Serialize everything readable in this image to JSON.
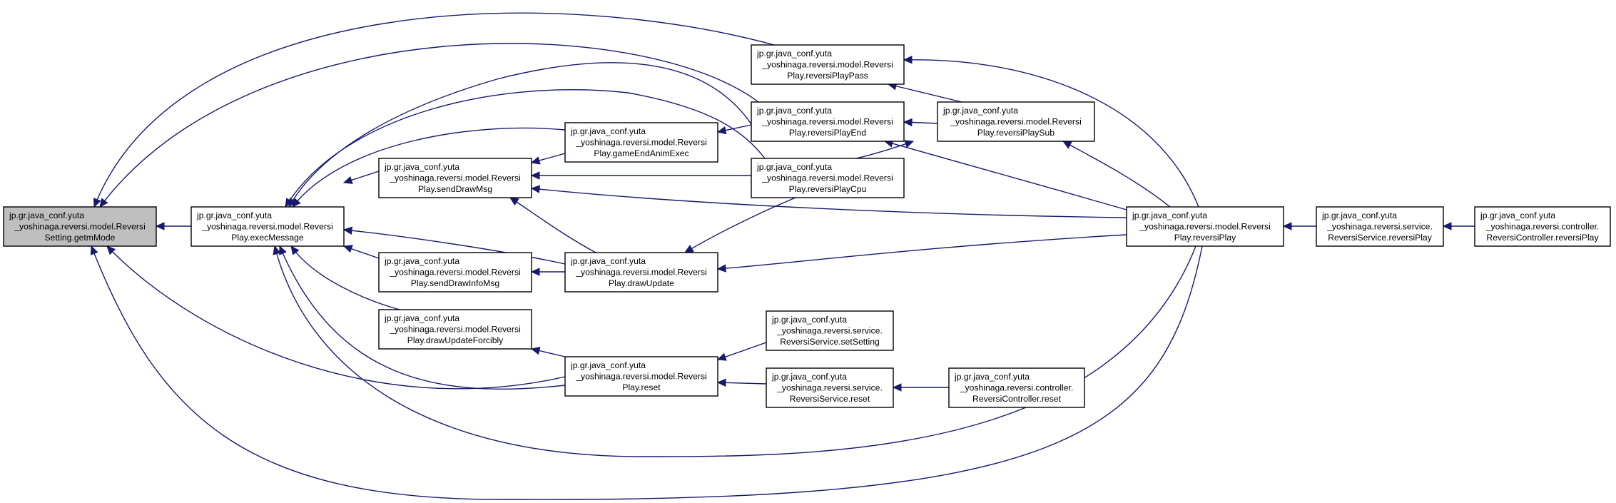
{
  "graph": {
    "node_fill": "#ffffff",
    "focus_fill": "#bfbfbf",
    "edge_color": "#191970",
    "nodes": [
      {
        "id": "getmMode",
        "lines": [
          "jp.gr.java_conf.yuta",
          "_yoshinaga.reversi.model.Reversi",
          "Setting.getmMode"
        ],
        "focus": true
      },
      {
        "id": "execMessage",
        "lines": [
          "jp.gr.java_conf.yuta",
          "_yoshinaga.reversi.model.Reversi",
          "Play.execMessage"
        ]
      },
      {
        "id": "sendDrawMsg",
        "lines": [
          "jp.gr.java_conf.yuta",
          "_yoshinaga.reversi.model.Reversi",
          "Play.sendDrawMsg"
        ]
      },
      {
        "id": "sendDrawInfoMsg",
        "lines": [
          "jp.gr.java_conf.yuta",
          "_yoshinaga.reversi.model.Reversi",
          "Play.sendDrawInfoMsg"
        ]
      },
      {
        "id": "drawUpdateForcibly",
        "lines": [
          "jp.gr.java_conf.yuta",
          "_yoshinaga.reversi.model.Reversi",
          "Play.drawUpdateForcibly"
        ]
      },
      {
        "id": "gameEndAnimExec",
        "lines": [
          "jp.gr.java_conf.yuta",
          "_yoshinaga.reversi.model.Reversi",
          "Play.gameEndAnimExec"
        ]
      },
      {
        "id": "drawUpdate",
        "lines": [
          "jp.gr.java_conf.yuta",
          "_yoshinaga.reversi.model.Reversi",
          "Play.drawUpdate"
        ]
      },
      {
        "id": "reset",
        "lines": [
          "jp.gr.java_conf.yuta",
          "_yoshinaga.reversi.model.Reversi",
          "Play.reset"
        ]
      },
      {
        "id": "reversiPlayPass",
        "lines": [
          "jp.gr.java_conf.yuta",
          "_yoshinaga.reversi.model.Reversi",
          "Play.reversiPlayPass"
        ]
      },
      {
        "id": "reversiPlayEnd",
        "lines": [
          "jp.gr.java_conf.yuta",
          "_yoshinaga.reversi.model.Reversi",
          "Play.reversiPlayEnd"
        ]
      },
      {
        "id": "reversiPlayCpu",
        "lines": [
          "jp.gr.java_conf.yuta",
          "_yoshinaga.reversi.model.Reversi",
          "Play.reversiPlayCpu"
        ]
      },
      {
        "id": "serviceSetSetting",
        "lines": [
          "jp.gr.java_conf.yuta",
          "_yoshinaga.reversi.service.",
          "ReversiService.setSetting"
        ]
      },
      {
        "id": "serviceReset",
        "lines": [
          "jp.gr.java_conf.yuta",
          "_yoshinaga.reversi.service.",
          "ReversiService.reset"
        ]
      },
      {
        "id": "reversiPlaySub",
        "lines": [
          "jp.gr.java_conf.yuta",
          "_yoshinaga.reversi.model.Reversi",
          "Play.reversiPlaySub"
        ]
      },
      {
        "id": "controllerReset",
        "lines": [
          "jp.gr.java_conf.yuta",
          "_yoshinaga.reversi.controller.",
          "ReversiController.reset"
        ]
      },
      {
        "id": "reversiPlay",
        "lines": [
          "jp.gr.java_conf.yuta",
          "_yoshinaga.reversi.model.Reversi",
          "Play.reversiPlay"
        ]
      },
      {
        "id": "serviceReversiPlay",
        "lines": [
          "jp.gr.java_conf.yuta",
          "_yoshinaga.reversi.service.",
          "ReversiService.reversiPlay"
        ]
      },
      {
        "id": "controllerReversiPlay",
        "lines": [
          "jp.gr.java_conf.yuta",
          "_yoshinaga.reversi.controller.",
          "ReversiController.reversiPlay"
        ]
      }
    ],
    "edges": [
      {
        "from": "execMessage",
        "to": "getmMode"
      },
      {
        "from": "reversiPlayPass",
        "to": "getmMode"
      },
      {
        "from": "reversiPlayEnd",
        "to": "getmMode"
      },
      {
        "from": "reset",
        "to": "getmMode"
      },
      {
        "from": "reversiPlay",
        "to": "getmMode"
      },
      {
        "from": "sendDrawMsg",
        "to": "execMessage"
      },
      {
        "from": "sendDrawInfoMsg",
        "to": "execMessage"
      },
      {
        "from": "drawUpdateForcibly",
        "to": "execMessage"
      },
      {
        "from": "gameEndAnimExec",
        "to": "execMessage"
      },
      {
        "from": "drawUpdate",
        "to": "execMessage"
      },
      {
        "from": "reset",
        "to": "execMessage"
      },
      {
        "from": "reversiPlayEnd",
        "to": "execMessage"
      },
      {
        "from": "reversiPlayCpu",
        "to": "execMessage"
      },
      {
        "from": "reversiPlay",
        "to": "execMessage"
      },
      {
        "from": "gameEndAnimExec",
        "to": "sendDrawMsg"
      },
      {
        "from": "drawUpdate",
        "to": "sendDrawMsg"
      },
      {
        "from": "reversiPlayCpu",
        "to": "sendDrawMsg"
      },
      {
        "from": "reversiPlay",
        "to": "sendDrawMsg"
      },
      {
        "from": "drawUpdate",
        "to": "sendDrawInfoMsg"
      },
      {
        "from": "reset",
        "to": "drawUpdateForcibly"
      },
      {
        "from": "reversiPlayEnd",
        "to": "gameEndAnimExec"
      },
      {
        "from": "reversiPlayCpu",
        "to": "drawUpdate"
      },
      {
        "from": "reversiPlay",
        "to": "drawUpdate"
      },
      {
        "from": "serviceSetSetting",
        "to": "reset"
      },
      {
        "from": "serviceReset",
        "to": "reset"
      },
      {
        "from": "reversiPlaySub",
        "to": "reversiPlayPass"
      },
      {
        "from": "reversiPlay",
        "to": "reversiPlayPass"
      },
      {
        "from": "reversiPlaySub",
        "to": "reversiPlayEnd"
      },
      {
        "from": "reversiPlay",
        "to": "reversiPlayEnd"
      },
      {
        "from": "reversiPlayCpu",
        "to": "reversiPlaySub"
      },
      {
        "from": "reversiPlay",
        "to": "reversiPlaySub"
      },
      {
        "from": "controllerReset",
        "to": "serviceReset"
      },
      {
        "from": "serviceReversiPlay",
        "to": "reversiPlay"
      },
      {
        "from": "controllerReversiPlay",
        "to": "serviceReversiPlay"
      }
    ]
  }
}
